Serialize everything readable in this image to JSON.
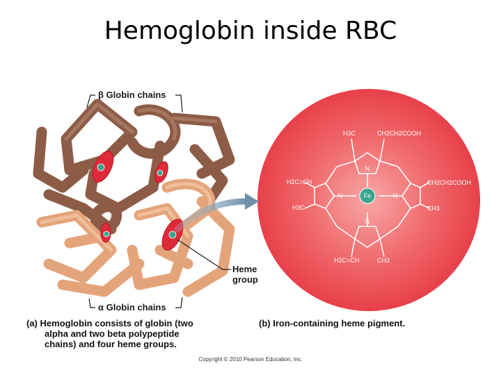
{
  "title": "Hemoglobin inside RBC",
  "labels": {
    "beta": "β Globin chains",
    "alpha": "α Globin chains",
    "heme_line1": "Heme",
    "heme_line2": "group"
  },
  "chem": {
    "h3c_top": "H3C",
    "ch2ch2cooh_top": "CH2CH2COOH",
    "h2c_ch_left": "H2C=CH",
    "ch2ch2cooh_right": "CH2CH2COOH",
    "h3c_left": "H3C",
    "ch3_right": "CH3",
    "h2c_ch_bottom": "H2C=CH",
    "ch3_bottom": "CH3",
    "n_top": "N",
    "n_left": "N",
    "n_right": "N",
    "n_bottom": "N",
    "fe": "Fe"
  },
  "captions": {
    "a_tag": "(a)",
    "a_line1": "Hemoglobin consists of globin (two",
    "a_line2": "alpha and two beta polypeptide",
    "a_line3": "chains) and four heme groups.",
    "b_tag": "(b)",
    "b_text": "Iron-containing heme pigment."
  },
  "copyright": "Copyright © 2010 Pearson Education, Inc.",
  "colors": {
    "beta_chain": "#9b6a55",
    "alpha_chain": "#e3a47c",
    "heme_disc": "#e02a3a",
    "circle_bg": "#ee4b52",
    "iron": "#3aa58f"
  }
}
